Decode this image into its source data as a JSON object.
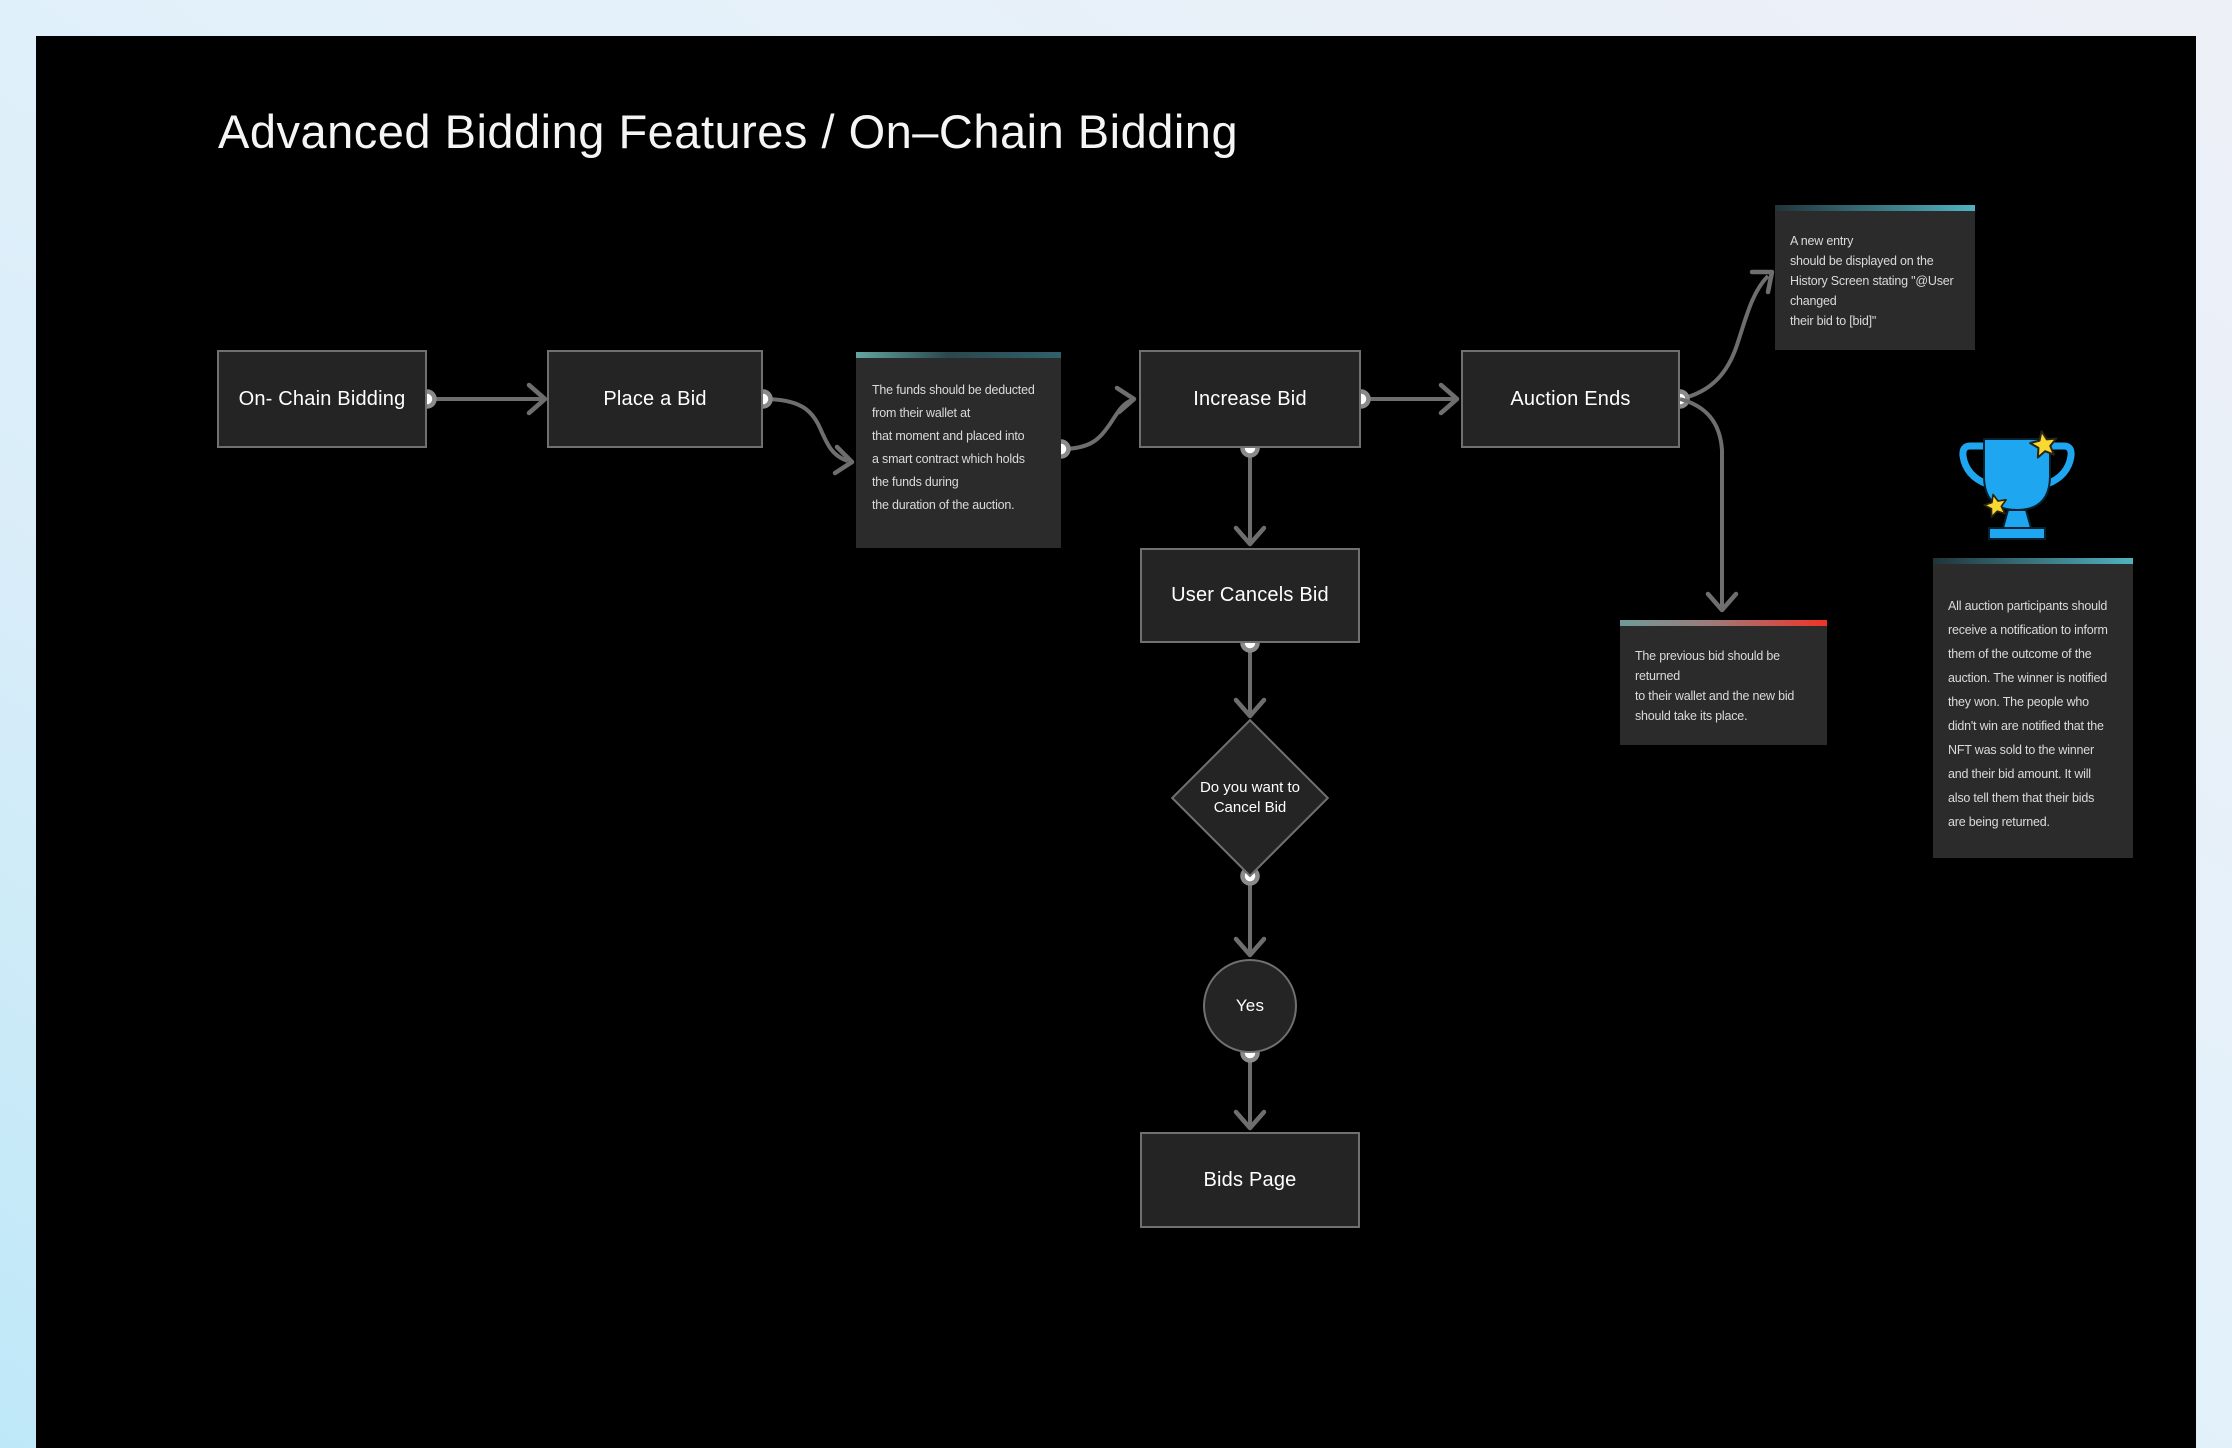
{
  "title": "Advanced Bidding Features / On–Chain Bidding",
  "nodes": {
    "on_chain_bidding": "On- Chain Bidding",
    "place_a_bid": "Place a Bid",
    "increase_bid": "Increase Bid",
    "auction_ends": "Auction Ends",
    "user_cancels_bid": "User Cancels Bid",
    "cancel_decision": "Do you want to\nCancel Bid",
    "yes": "Yes",
    "bids_page": "Bids Page"
  },
  "notes": {
    "funds_deducted": "The funds should be deducted\nfrom their wallet at\nthat moment and placed into\na smart contract which holds\nthe funds during\nthe duration of the auction.",
    "history_entry": "A new entry\nshould be displayed on the\nHistory Screen stating \"@User\nchanged\ntheir bid to [bid]\"",
    "previous_bid": "The previous bid should be\nreturned\nto their wallet and the new bid\nshould take its place.",
    "auction_outcome": "All auction participants should\nreceive a notification to inform\nthem of the outcome of the\nauction. The winner is notified\nthey won. The people who\ndidn't win are notified that the\nNFT was sold to the winner\nand their bid amount. It will\nalso tell them that their bids\nare being returned."
  },
  "icons": {
    "trophy": "trophy-with-stars"
  },
  "colors": {
    "background_blue": "#bee8f8",
    "background_lavender": "#eef0f7",
    "canvas": "#000000",
    "node_fill": "#242424",
    "node_border": "#707070",
    "note_fill": "#2b2b2b",
    "teal_accent": "#4fb3c0",
    "red_accent": "#f03328",
    "connector": "#6e6e6e",
    "trophy_blue": "#1ea7f0",
    "star_yellow": "#f8d831",
    "text_primary": "#ffffff",
    "text_note": "#dadada"
  }
}
